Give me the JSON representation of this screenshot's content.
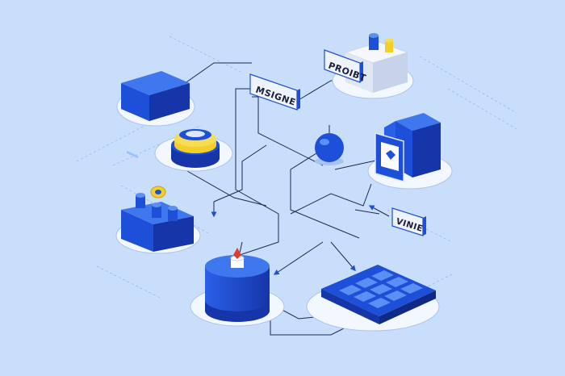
{
  "labels": {
    "msigne": "MSIGNE",
    "proibt": "PROIBT",
    "vinie": "VINIE"
  },
  "colors": {
    "background": "#c9defa",
    "primary_blue": "#1e4fd8",
    "dark_blue": "#1535a8",
    "accent_yellow": "#f2cf2a",
    "accent_red": "#e43a2a",
    "line": "#1c2a55"
  },
  "icons": [
    "server-box-icon",
    "stacked-disk-icon",
    "database-modules-icon",
    "cylinder-database-icon",
    "grid-tiles-icon",
    "storage-rack-icon",
    "node-sphere-icon",
    "cylinder-cube-icon"
  ]
}
